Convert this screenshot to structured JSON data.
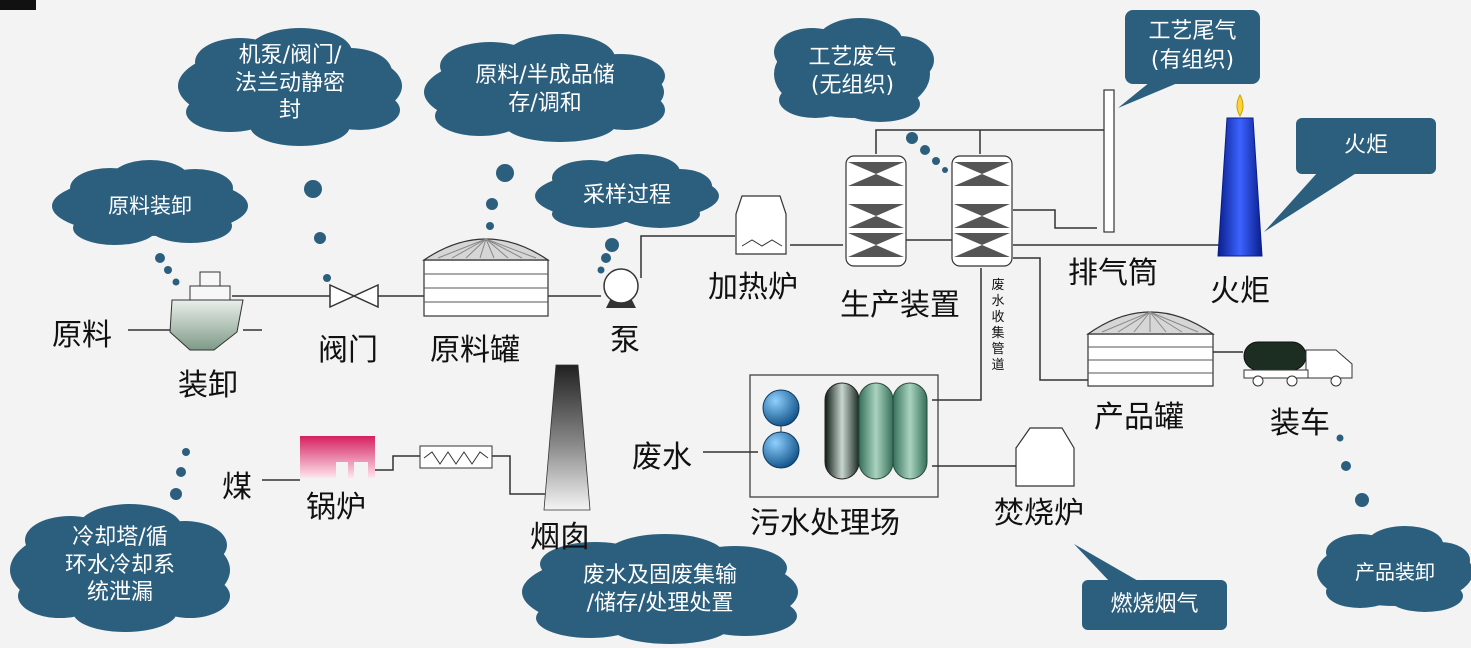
{
  "equipment": {
    "raw_material": "原料",
    "unloading": "装卸",
    "valve": "阀门",
    "raw_tank": "原料罐",
    "pump": "泵",
    "heating_furnace": "加热炉",
    "production_unit": "生产装置",
    "exhaust_stack": "排气筒",
    "flare": "火炬",
    "wastewater_pipe": "废水收集管道",
    "product_tank": "产品罐",
    "truck_loading": "装车",
    "wastewater": "废水",
    "wwtp": "污水处理场",
    "incinerator": "焚烧炉",
    "coal": "煤",
    "boiler": "锅炉",
    "chimney": "烟囱"
  },
  "clouds": {
    "raw_unloading": "原料装卸",
    "pump_valve": "机泵/阀门/\n法兰动静密\n封",
    "storage": "原料/半成品储\n存/调和",
    "sampling": "采样过程",
    "process_fugitive": "工艺废气\n(无组织)",
    "cooling_tower": "冷却塔/循\n环水冷却系\n统泄漏",
    "waste_handling": "废水及固废集输\n/储存/处理处置",
    "product_unloading": "产品装卸"
  },
  "callouts": {
    "process_organized": "工艺尾气\n(有组织)",
    "flare": "火炬",
    "combustion_flue": "燃烧烟气"
  },
  "colors": {
    "cloud": "#2c5f7e",
    "line": "#333333",
    "flare_blue": "#1a35c8",
    "boiler_pink": "#e0306a",
    "wwtp_blue": "#1f6fa8",
    "wwtp_green": "#5d9a7e"
  }
}
